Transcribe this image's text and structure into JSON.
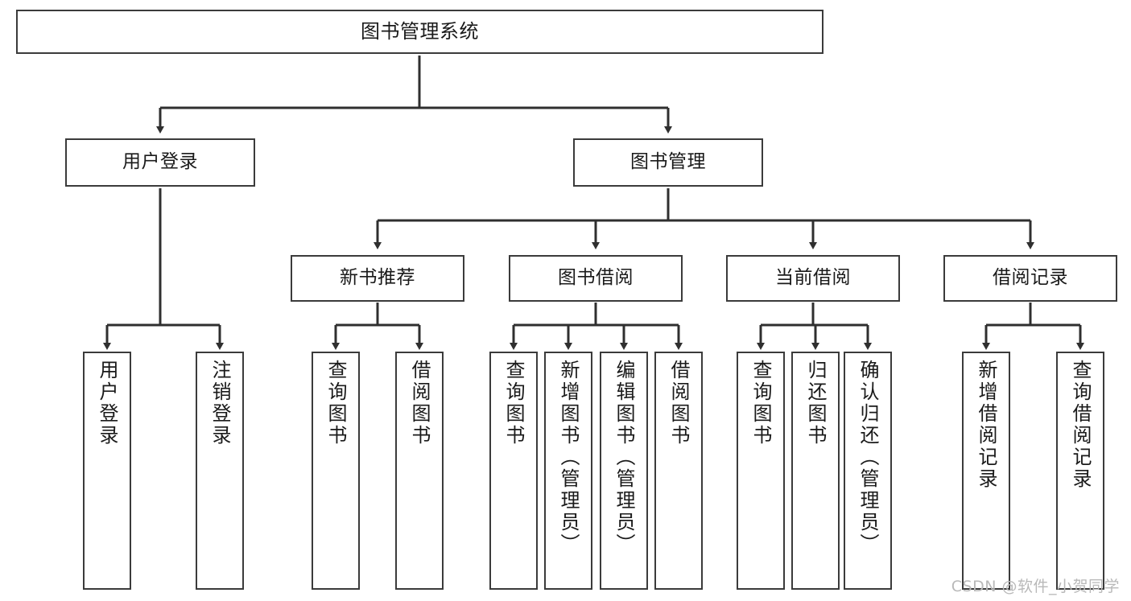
{
  "diagram": {
    "title": "图书管理系统",
    "type": "tree",
    "stroke_color": "#3b3b3b",
    "background_color": "#ffffff",
    "text_color": "#1a1a1a"
  },
  "nodes": {
    "root": {
      "label": "图书管理系统"
    },
    "level2": [
      {
        "id": "user-login",
        "label": "用户登录"
      },
      {
        "id": "book-manage",
        "label": "图书管理"
      }
    ],
    "level3": [
      {
        "id": "new-book-recommend",
        "label": "新书推荐"
      },
      {
        "id": "book-borrow",
        "label": "图书借阅"
      },
      {
        "id": "current-borrow",
        "label": "当前借阅"
      },
      {
        "id": "borrow-record",
        "label": "借阅记录"
      }
    ],
    "leaves": {
      "user_login": [
        {
          "id": "leaf-user-login",
          "label": "用户登录"
        },
        {
          "id": "leaf-logout",
          "label": "注销登录"
        }
      ],
      "new_book_recommend": [
        {
          "id": "leaf-query-book-1",
          "label": "查询图书"
        },
        {
          "id": "leaf-borrow-book-1",
          "label": "借阅图书"
        }
      ],
      "book_borrow": [
        {
          "id": "leaf-query-book-2",
          "label": "查询图书"
        },
        {
          "id": "leaf-add-book",
          "label": "新增图书（管理员）"
        },
        {
          "id": "leaf-edit-book",
          "label": "编辑图书（管理员）"
        },
        {
          "id": "leaf-borrow-book-2",
          "label": "借阅图书"
        }
      ],
      "current_borrow": [
        {
          "id": "leaf-query-book-3",
          "label": "查询图书"
        },
        {
          "id": "leaf-return-book",
          "label": "归还图书"
        },
        {
          "id": "leaf-confirm-return",
          "label": "确认归还（管理员）"
        }
      ],
      "borrow_record": [
        {
          "id": "leaf-add-record",
          "label": "新增借阅记录"
        },
        {
          "id": "leaf-query-record",
          "label": "查询借阅记录"
        }
      ]
    }
  },
  "watermark": {
    "text": "CSDN @软件_小贺同学"
  }
}
